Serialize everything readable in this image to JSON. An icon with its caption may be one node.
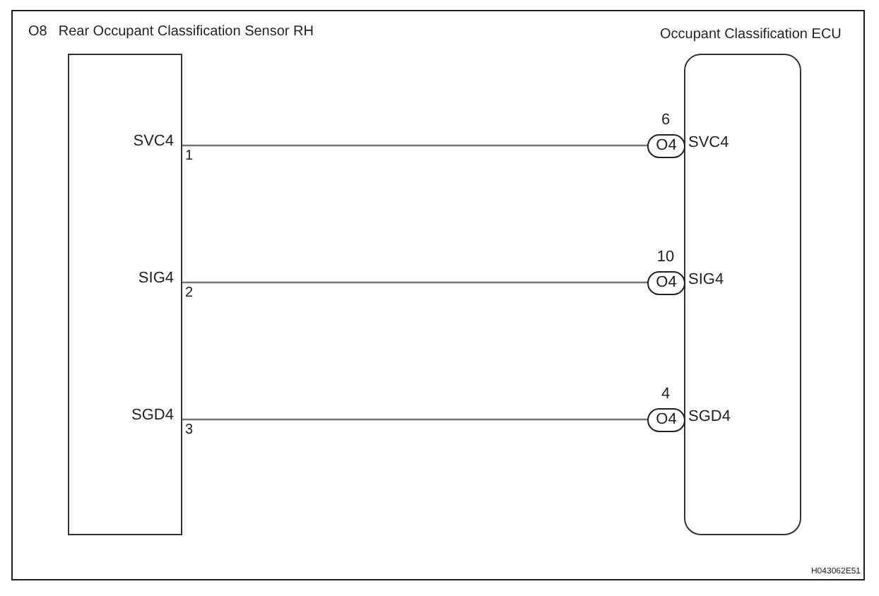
{
  "diagram": {
    "nodes": [
      {
        "text": [
          "O8",
          "Rear Occupant Classification Sensor RH"
        ]
      },
      {
        "text": [
          "Occupant Classification ECU"
        ]
      },
      {
        "text": [
          "O4"
        ],
        "beside": [
          "6"
        ]
      },
      {
        "text": [
          "O4"
        ],
        "beside": [
          "10"
        ]
      },
      {
        "text": [
          "O4"
        ],
        "beside": [
          "4"
        ]
      }
    ],
    "edges": [
      {
        "from": 0,
        "to": 2,
        "arrow": "none"
      },
      {
        "from": 0,
        "to": 3,
        "arrow": "none"
      },
      {
        "from": 0,
        "to": 4,
        "arrow": "none"
      }
    ],
    "labels": [
      "SVC4",
      "1",
      "SVC4",
      "SIG4",
      "2",
      "SIG4",
      "SGD4",
      "3",
      "SGD4",
      "H043062E51"
    ]
  }
}
